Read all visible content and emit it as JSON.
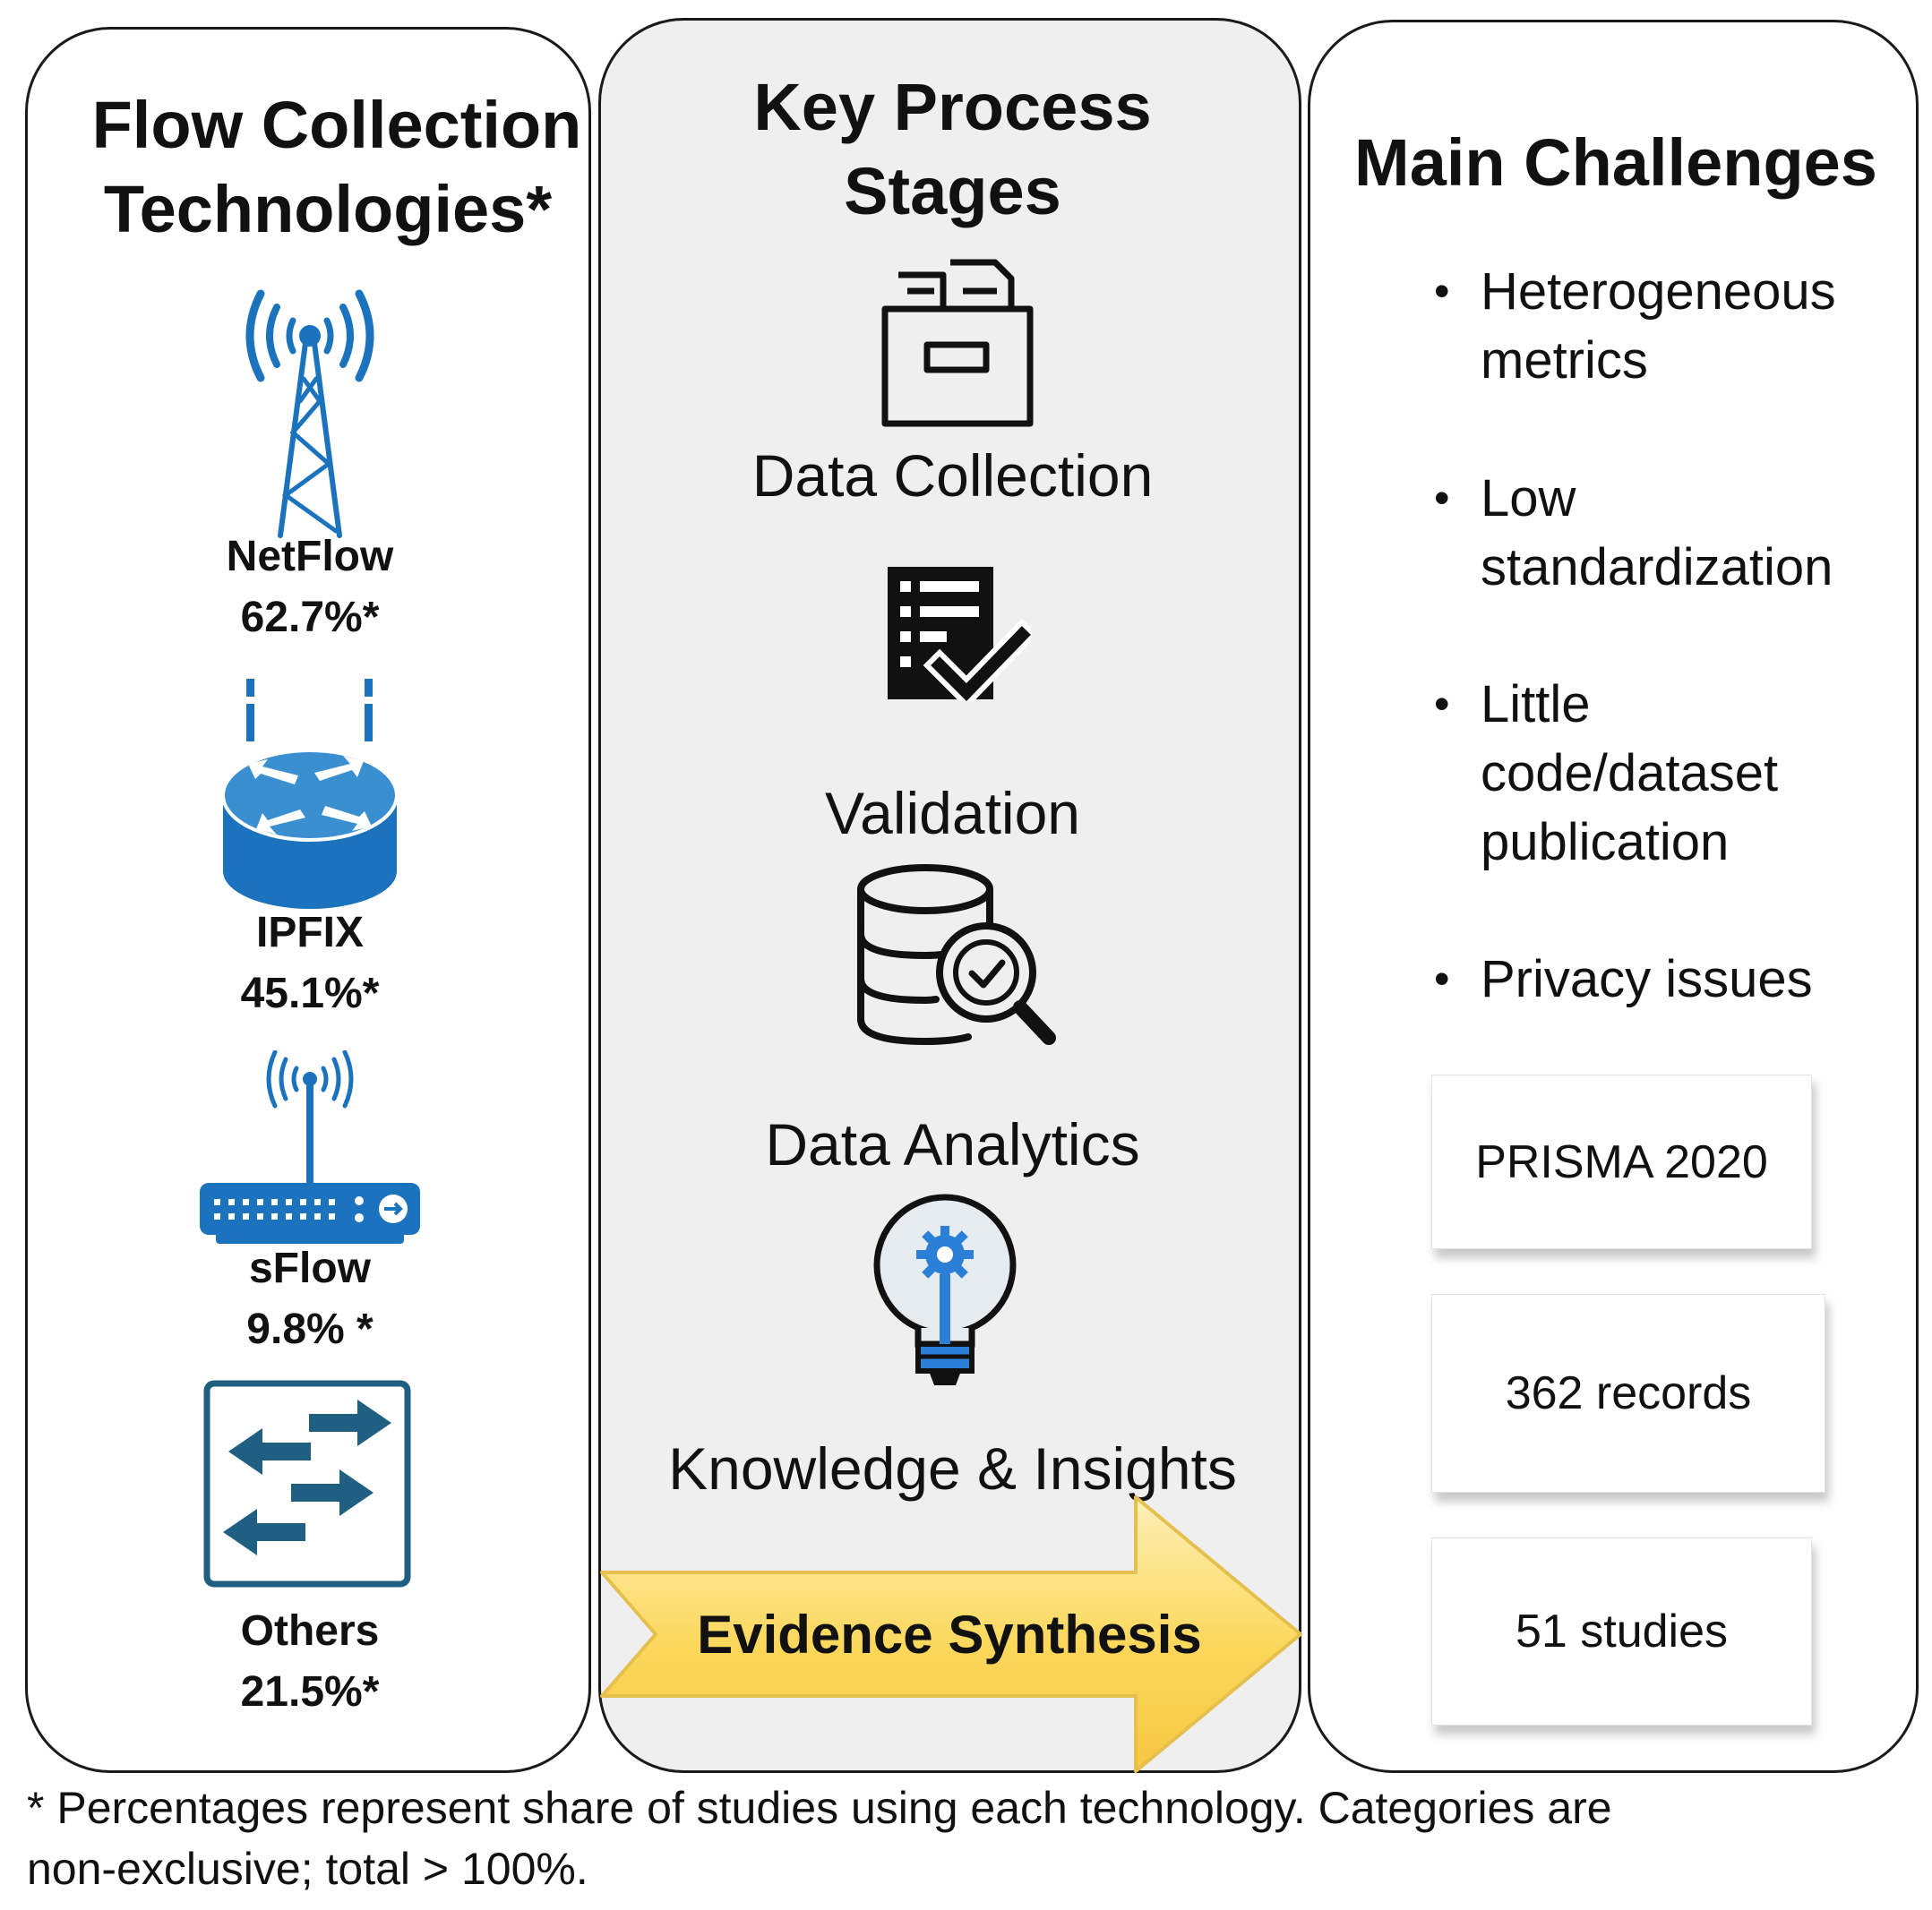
{
  "left_panel": {
    "title_line1": "Flow Collection",
    "title_line2": "Technologies*",
    "technologies": [
      {
        "name": "NetFlow",
        "share": "62.7%*",
        "icon": "cell-tower-icon"
      },
      {
        "name": "IPFIX",
        "share": "45.1%*",
        "icon": "router-icon"
      },
      {
        "name": "sFlow",
        "share": "9.8% *",
        "icon": "wireless-switch-icon"
      },
      {
        "name": "Others",
        "share": "21.5%*",
        "icon": "network-switch-icon"
      }
    ]
  },
  "middle_panel": {
    "title_line1": "Key Process",
    "title_line2": "Stages",
    "stages": [
      {
        "label": "Data Collection",
        "icon": "file-archive-icon"
      },
      {
        "label": "Validation",
        "icon": "checklist-icon"
      },
      {
        "label": "Data Analytics",
        "icon": "database-search-icon"
      },
      {
        "label": "Knowledge & Insights",
        "icon": "lightbulb-gear-icon"
      }
    ],
    "arrow_label": "Evidence Synthesis"
  },
  "right_panel": {
    "title": "Main Challenges",
    "challenges": [
      {
        "line1": "Heterogeneous",
        "line2": "metrics",
        "line3": ""
      },
      {
        "line1": "Low",
        "line2": "standardization",
        "line3": ""
      },
      {
        "line1": "Little",
        "line2": "code/dataset",
        "line3": "publication"
      },
      {
        "line1": "Privacy issues",
        "line2": "",
        "line3": ""
      }
    ],
    "boxes": [
      "PRISMA 2020",
      "362 records",
      "51 studies"
    ]
  },
  "footnote": {
    "line1": "* Percentages represent share of studies using each technology. Categories are",
    "line2": "non-exclusive; total > 100%."
  },
  "colors": {
    "icon_blue": "#1c73bd",
    "icon_navy": "#1f5f82",
    "arrow_fill": "#fbd75a",
    "arrow_border": "#e6c04e",
    "middle_bg": "#efefef"
  }
}
